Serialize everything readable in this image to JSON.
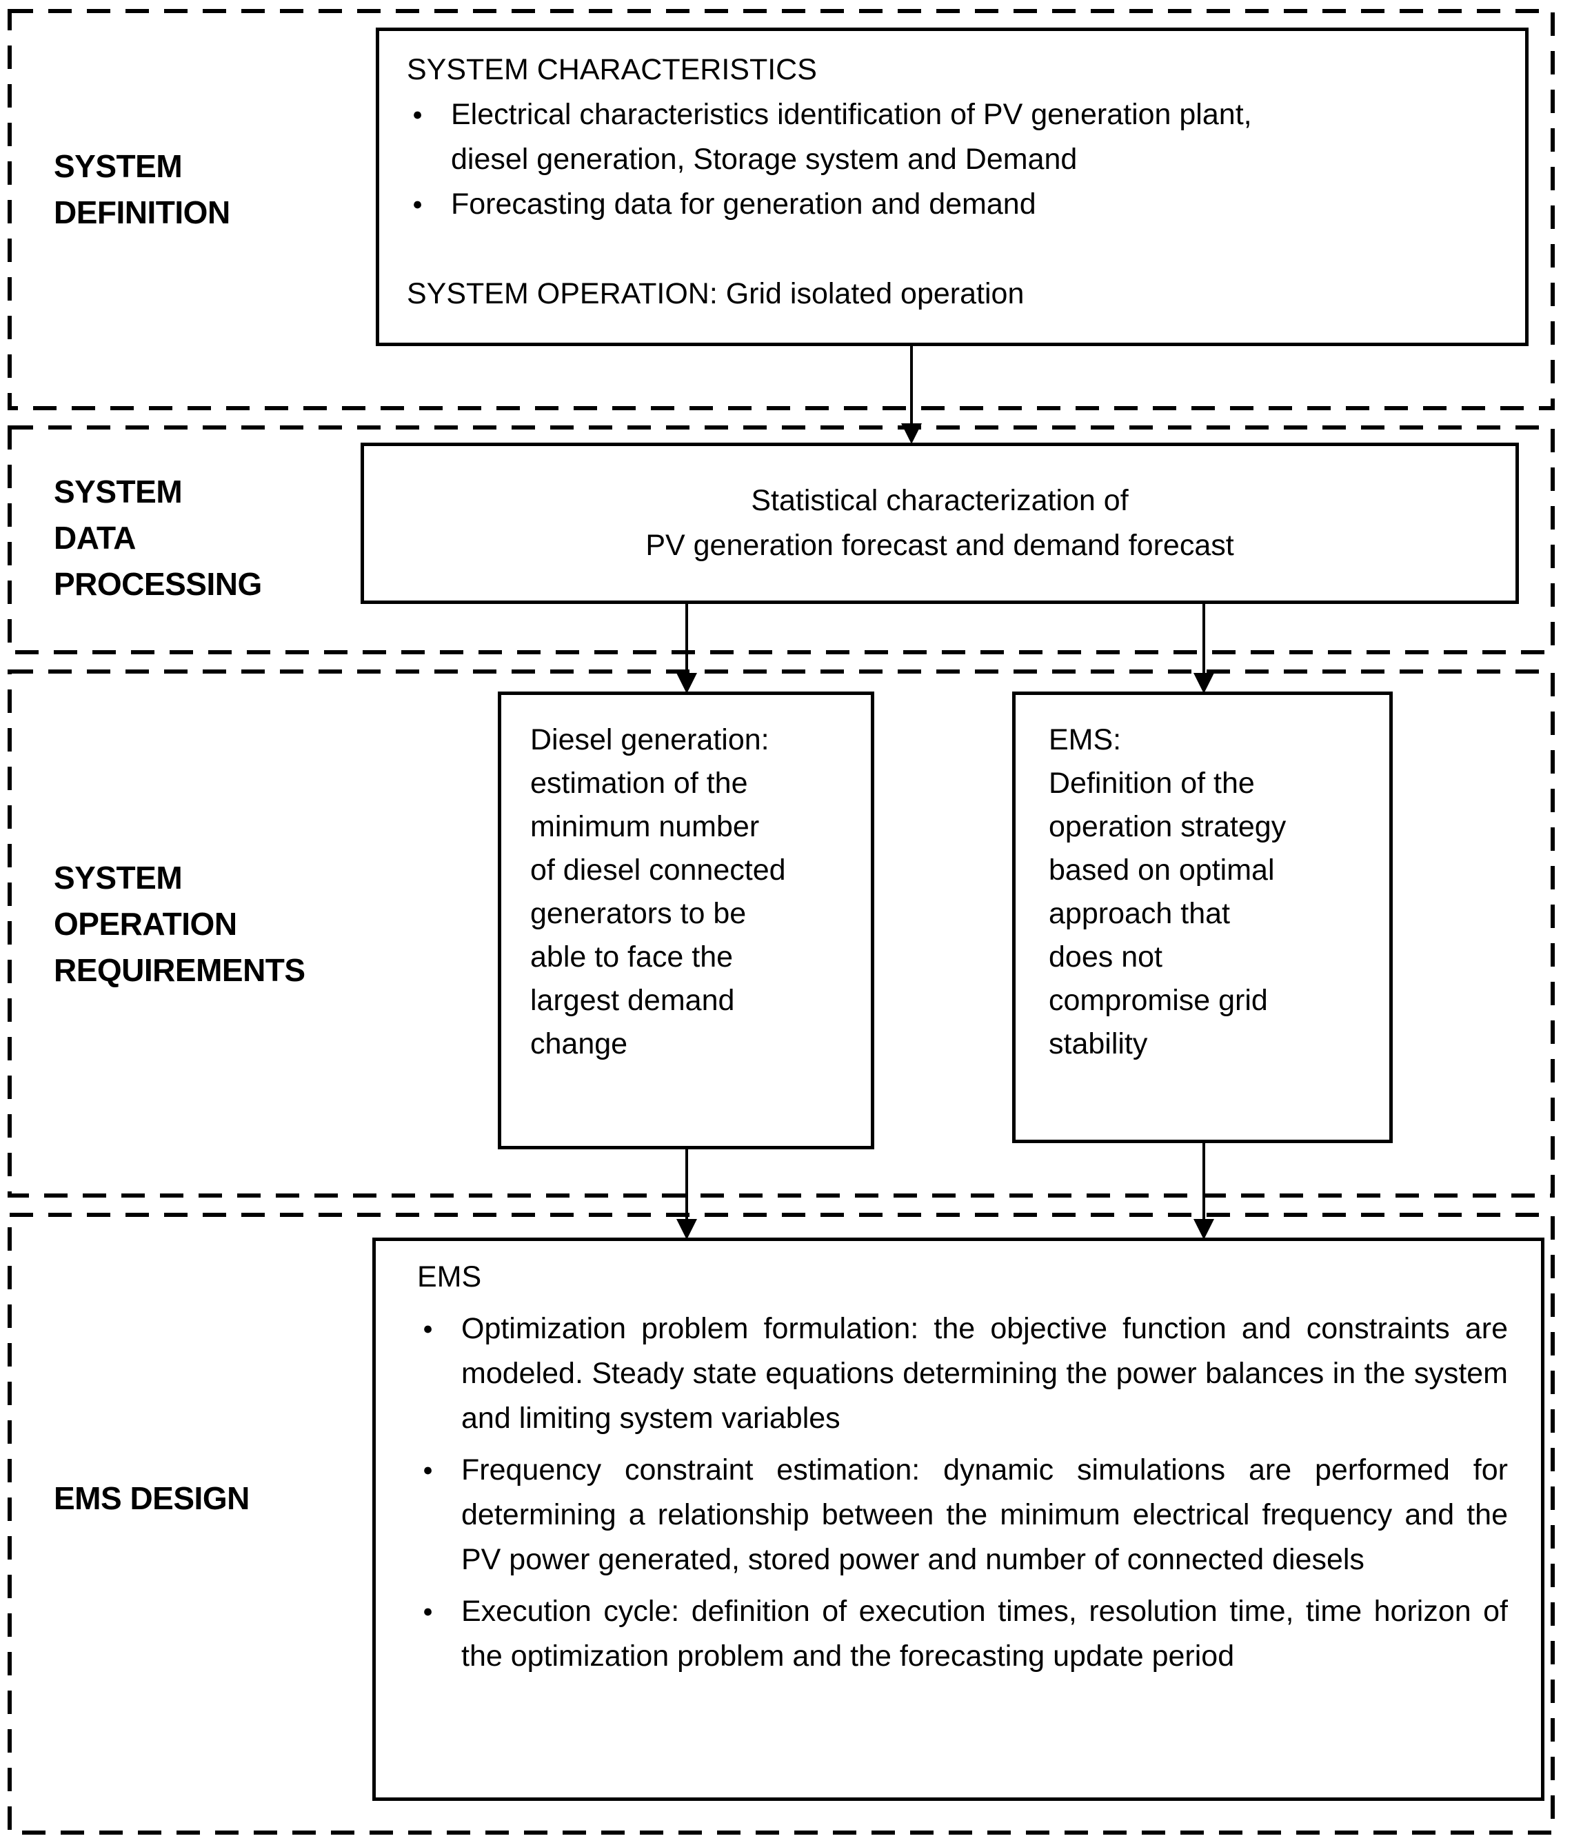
{
  "figure": {
    "background": "#ffffff",
    "line_color": "#000000",
    "bullet_char": "●"
  },
  "sections": [
    {
      "id": "system-definition",
      "label_lines": [
        "SYSTEM",
        "DEFINITION"
      ]
    },
    {
      "id": "system-data-processing",
      "label_lines": [
        "SYSTEM",
        "DATA",
        "PROCESSING"
      ]
    },
    {
      "id": "system-operation-requirements",
      "label_lines": [
        "SYSTEM",
        "OPERATION",
        "REQUIREMENTS"
      ]
    },
    {
      "id": "ems-design",
      "label_lines": [
        "EMS DESIGN"
      ]
    }
  ],
  "boxes": {
    "system_characteristics": {
      "title": "SYSTEM CHARACTERISTICS",
      "bullet_1_lines": [
        "Electrical characteristics identification of PV generation plant,",
        "diesel generation, Storage system and Demand"
      ],
      "bullet_2": "Forecasting data for generation and demand",
      "operation_note": "SYSTEM OPERATION: Grid isolated operation"
    },
    "statistical_characterization": {
      "lines": [
        "Statistical characterization of",
        "PV generation forecast and demand forecast"
      ]
    },
    "diesel_generation": {
      "lines": [
        "Diesel generation:",
        "estimation of the",
        "minimum number",
        "of diesel connected",
        "generators to be",
        "able to face the",
        "largest demand",
        "change"
      ]
    },
    "ems_operation_strategy": {
      "lines": [
        "EMS:",
        "Definition of the",
        "operation strategy",
        "based on optimal",
        "approach that",
        "does not",
        "compromise grid",
        "stability"
      ]
    },
    "ems_design": {
      "title": "EMS",
      "bullets": [
        "Optimization problem formulation: the objective function and constraints are modeled. Steady state equations determining the power balances in the system and limiting system variables",
        "Frequency constraint estimation: dynamic simulations are performed for determining a relationship between the minimum electrical frequency and the PV power generated, stored power and number of connected diesels",
        "Execution cycle: definition of execution times, resolution time, time horizon of the optimization problem and the forecasting update period"
      ]
    }
  }
}
